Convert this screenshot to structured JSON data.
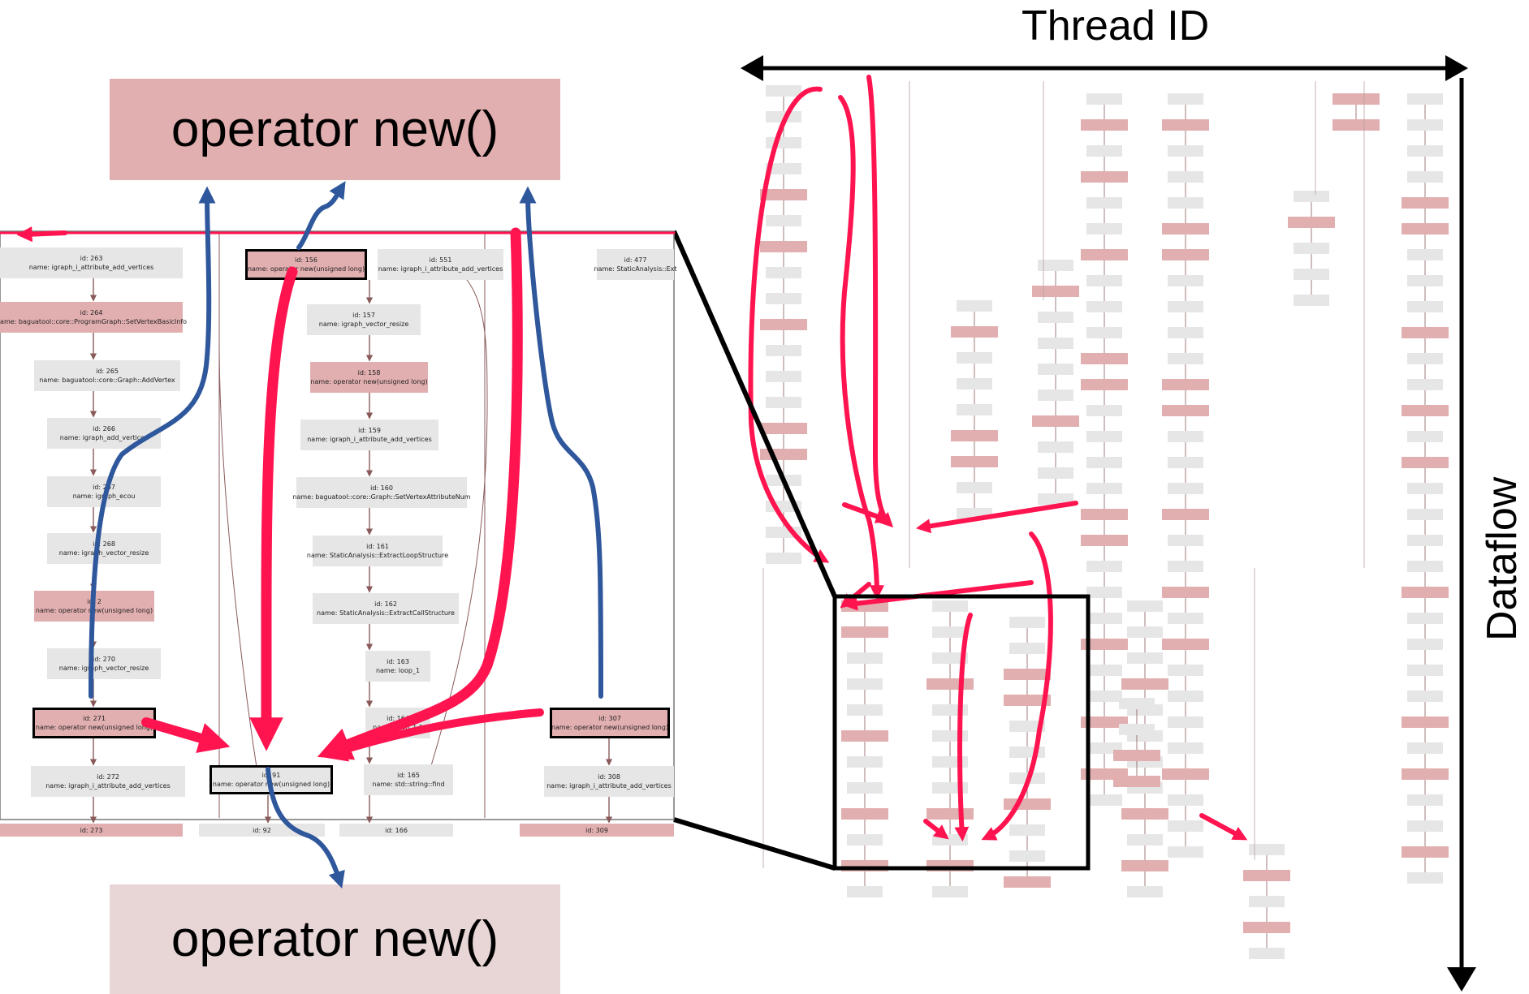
{
  "labels": {
    "top_callout": "operator new()",
    "bottom_callout": "operator new()",
    "thread_axis": "Thread ID",
    "dataflow_axis": "Dataflow"
  },
  "colors": {
    "alloc_node": "#e2afb0",
    "plain_node": "#e6e6e6",
    "bottom_callout": "#e8d6d6",
    "red_flow": "#ff1450",
    "blue_flow": "#2f579c",
    "edge": "#8a5a5a"
  },
  "zoom_nodes": [
    {
      "id": "id: 263",
      "name": "name: igraph_i_attribute_add_vertices"
    },
    {
      "id": "id: 264",
      "name": "name: baguatool::core::ProgramGraph::SetVertexBasicInfo"
    },
    {
      "id": "id: 265",
      "name": "name: baguatool::core::Graph::AddVertex"
    },
    {
      "id": "id: 266",
      "name": "name: igraph_add_vertices"
    },
    {
      "id": "id: 267",
      "name": "name: igraph_ecou"
    },
    {
      "id": "id: 268",
      "name": "name: igraph_vector_resize"
    },
    {
      "id": "id: 2",
      "name": "name: operator new(unsigned long)"
    },
    {
      "id": "id: 270",
      "name": "name: igraph_vector_resize"
    },
    {
      "id": "id: 271",
      "name": "name: operator new(unsigned long)"
    },
    {
      "id": "id: 272",
      "name": "name: igraph_i_attribute_add_vertices"
    },
    {
      "id": "id: 273",
      "name": ""
    },
    {
      "id": "id: 156",
      "name": "name: operator new(unsigned long)"
    },
    {
      "id": "id: 157",
      "name": "name: igraph_vector_resize"
    },
    {
      "id": "id: 158",
      "name": "name: operator new(unsigned long)"
    },
    {
      "id": "id: 159",
      "name": "name: igraph_i_attribute_add_vertices"
    },
    {
      "id": "id: 160",
      "name": "name: baguatool::core::Graph::SetVertexAttributeNum"
    },
    {
      "id": "id: 161",
      "name": "name: StaticAnalysis::ExtractLoopStructure"
    },
    {
      "id": "id: 162",
      "name": "name: StaticAnalysis::ExtractCallStructure"
    },
    {
      "id": "id: 163",
      "name": "name: loop_1"
    },
    {
      "id": "id: 164",
      "name": "name: loop_1.1"
    },
    {
      "id": "id: 165",
      "name": "name: std::string::find"
    },
    {
      "id": "id: 166",
      "name": ""
    },
    {
      "id": "id: 91",
      "name": "name: operator new(unsigned long)"
    },
    {
      "id": "id: 92",
      "name": ""
    },
    {
      "id": "id: 551",
      "name": "name: igraph_i_attribute_add_vertices"
    },
    {
      "id": "id: 477",
      "name": "name: StaticAnalysis::Ext"
    },
    {
      "id": "id: 307",
      "name": "name: operator new(unsigned long)"
    },
    {
      "id": "id: 308",
      "name": "name: igraph_i_attribute_add_vertices"
    },
    {
      "id": "id: 309",
      "name": ""
    }
  ]
}
